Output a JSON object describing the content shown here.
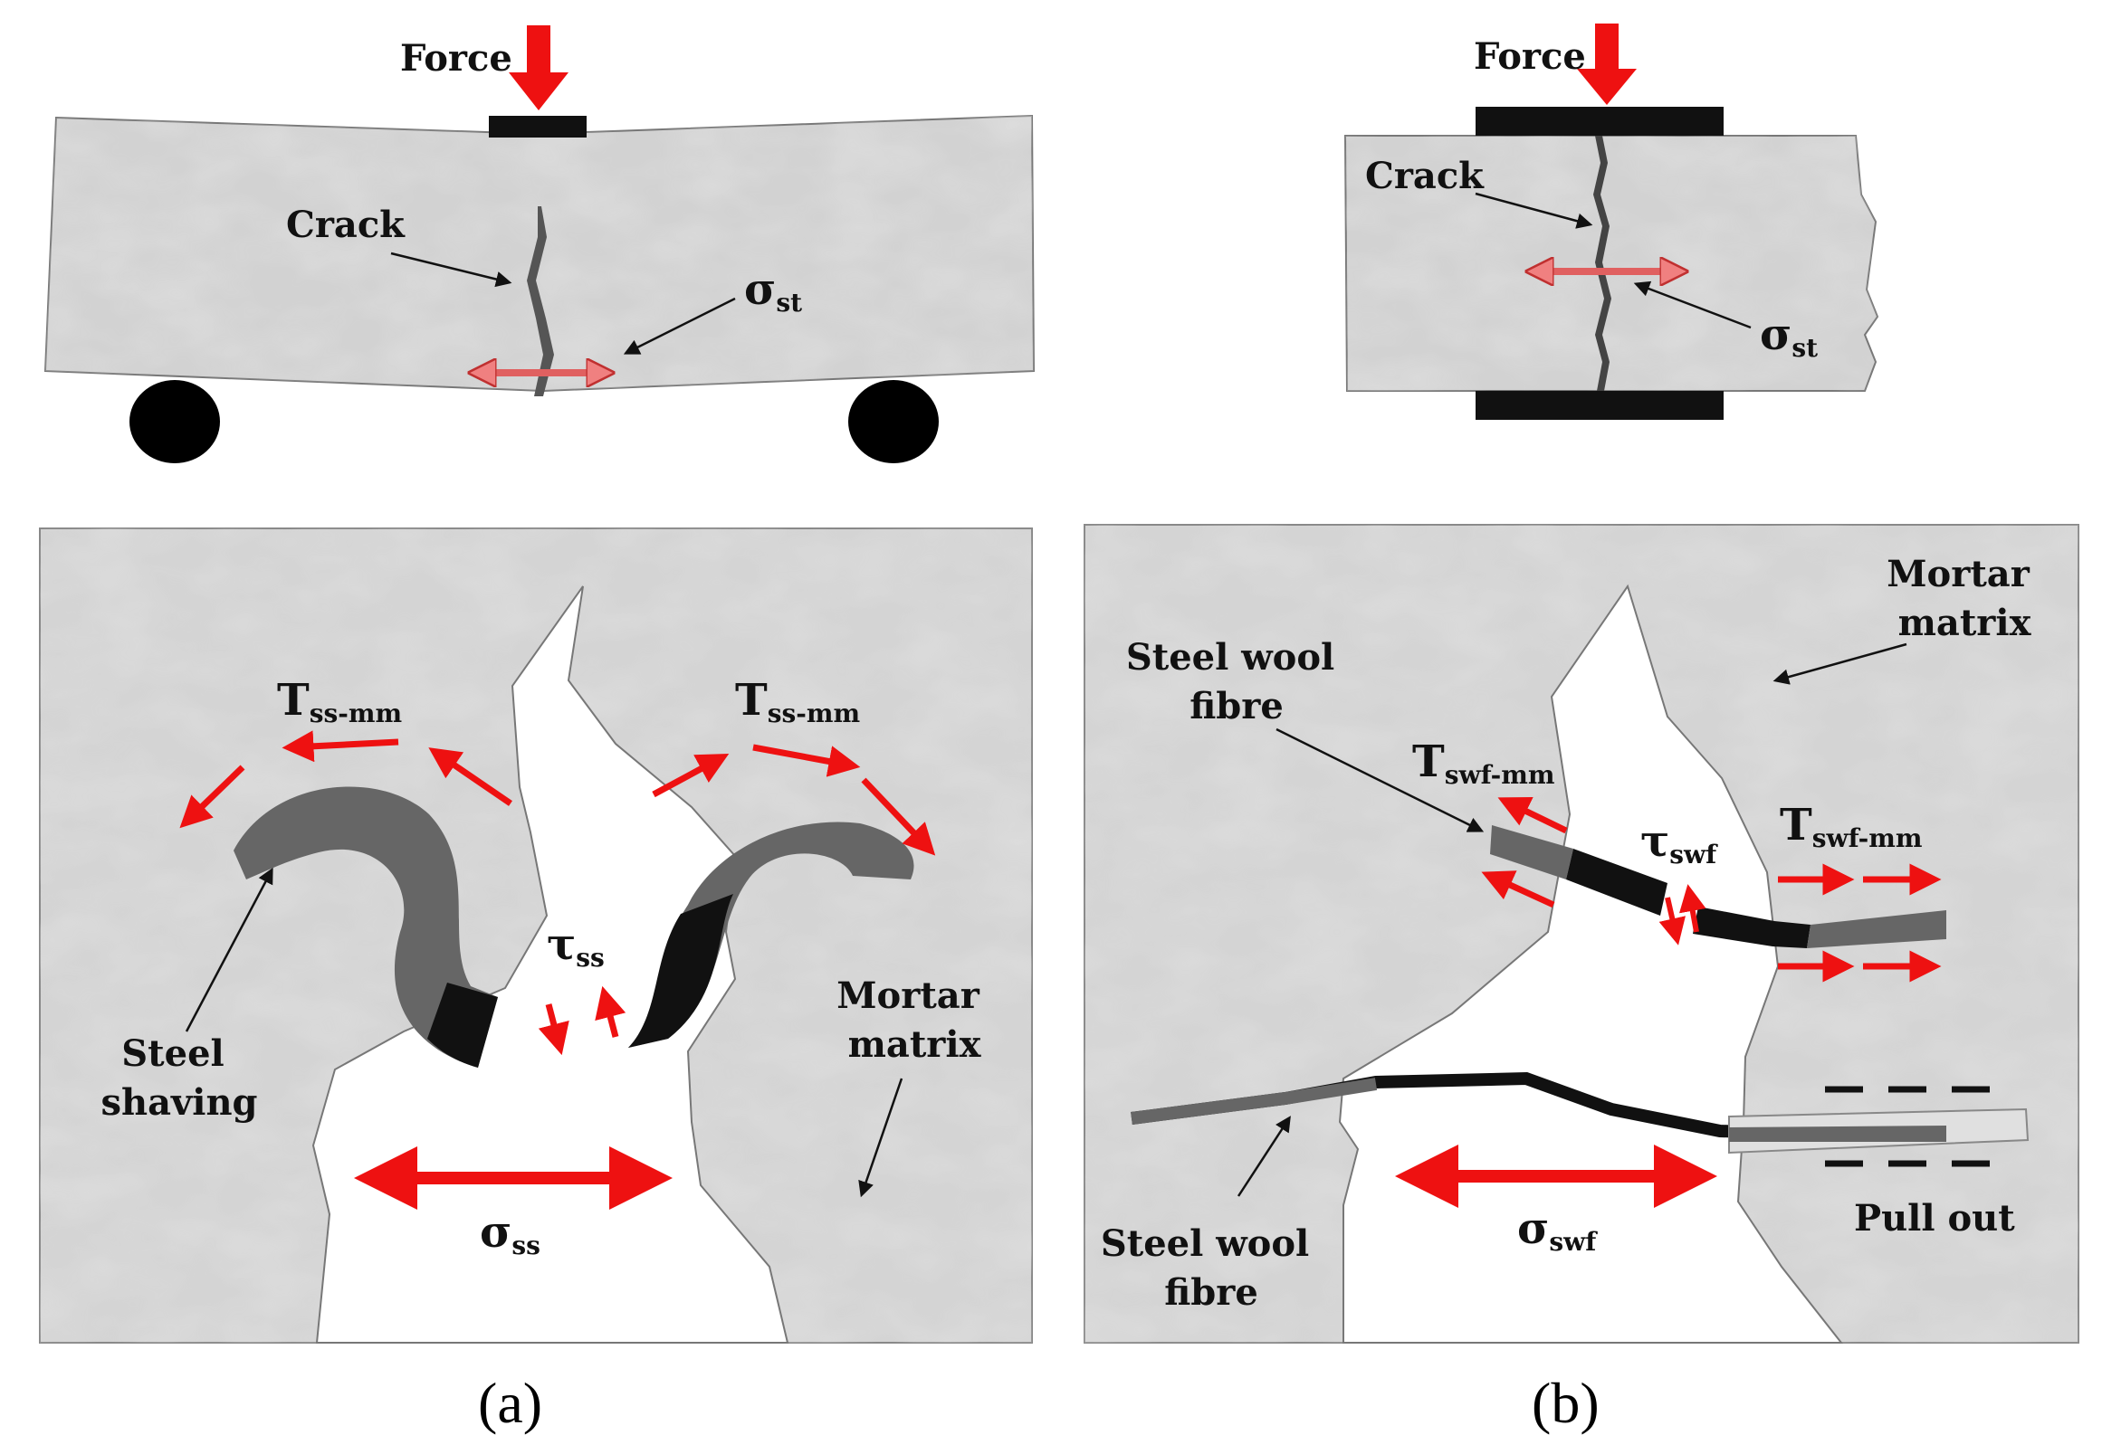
{
  "panel_a": {
    "caption": "(a)",
    "force_label": "Force",
    "crack_label": "Crack",
    "stress_symbol": "σ",
    "stress_sub": "st",
    "tau_symbol": "τ",
    "tau_sub": "ss",
    "tension_symbol": "T",
    "tension_sub": "ss-mm",
    "sigma_ss_symbol": "σ",
    "sigma_ss_sub": "ss",
    "steel_shaving_line1": "Steel",
    "steel_shaving_line2": "shaving",
    "mortar_line1": "Mortar",
    "mortar_line2": "matrix"
  },
  "panel_b": {
    "caption": "(b)",
    "force_label": "Force",
    "crack_label": "Crack",
    "stress_symbol": "σ",
    "stress_sub": "st",
    "mortar_line1": "Mortar",
    "mortar_line2": "matrix",
    "fibre_top_line1": "Steel wool",
    "fibre_top_line2": "fibre",
    "tension_symbol": "T",
    "tension_sub": "swf-mm",
    "tau_symbol": "τ",
    "tau_sub": "swf",
    "pull_out_label": "Pull out",
    "fibre_bottom_line1": "Steel wool",
    "fibre_bottom_line2": "fibre",
    "sigma_swf_symbol": "σ",
    "sigma_swf_sub": "swf"
  },
  "colors": {
    "arrow_red": "#ee1111",
    "concrete": "#d3d3d3",
    "shaving_grey": "#666666",
    "black": "#111111"
  }
}
